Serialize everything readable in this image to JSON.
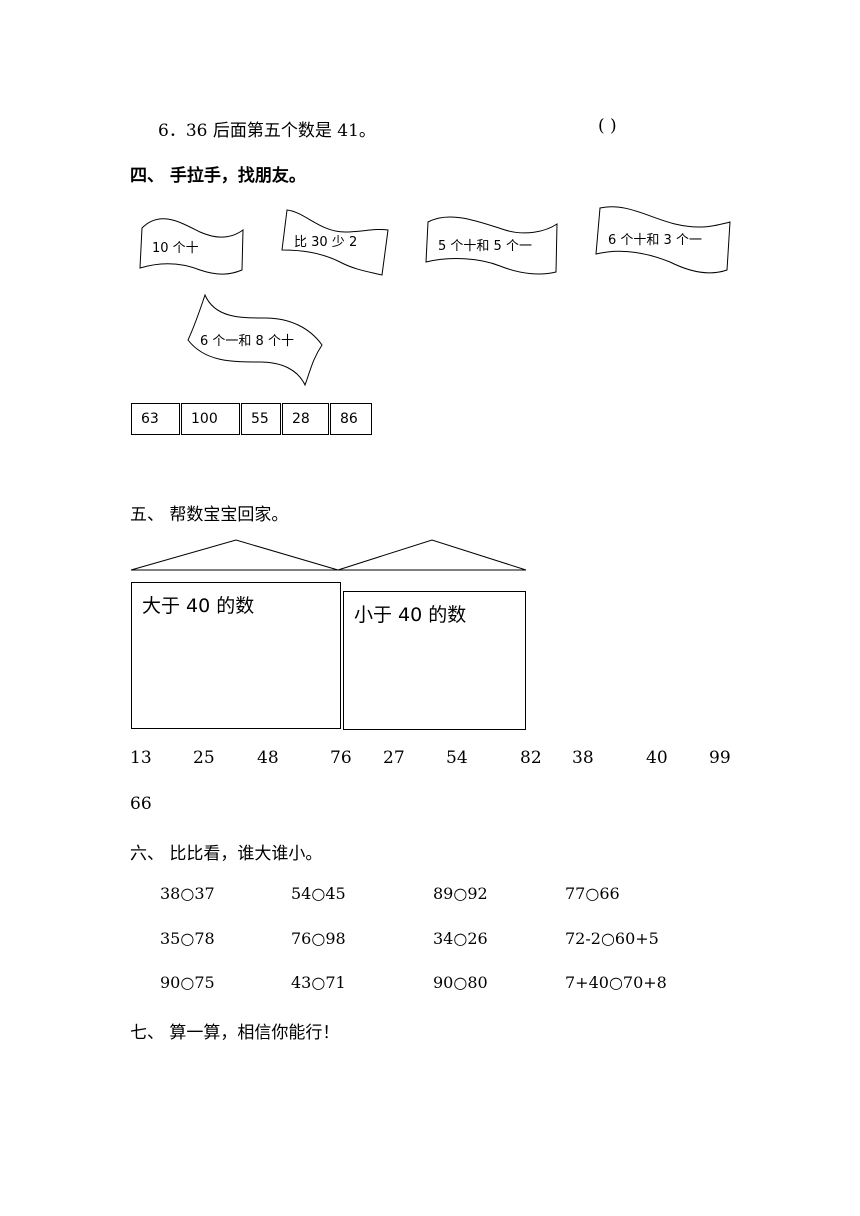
{
  "q6": {
    "text": "6．36 后面第五个数是 41。",
    "paren": "(       )"
  },
  "section4": {
    "title": "四、  手拉手，找朋友。",
    "flags": [
      "10 个十",
      "比 30 少 2",
      "5 个十和 5 个一",
      "6 个十和 3 个一",
      "6 个一和 8 个十"
    ],
    "boxes": [
      "63",
      "100",
      "55",
      "28",
      "86"
    ]
  },
  "section5": {
    "title": "五、  帮数宝宝回家。",
    "house_left_label": "大于 40 的数",
    "house_right_label": "小于 40 的数",
    "numbers": [
      "13",
      "25",
      "48",
      "76",
      "27",
      "54",
      "82",
      "38",
      "40",
      "99",
      "66"
    ]
  },
  "section6": {
    "title": "六、  比比看，谁大谁小。",
    "rows": [
      [
        "38○37",
        "54○45",
        "89○92",
        "77○66"
      ],
      [
        "35○78",
        "76○98",
        "34○26",
        "72-2○60+5"
      ],
      [
        "90○75",
        "43○71",
        "90○80",
        "7+40○70+8"
      ]
    ]
  },
  "section7": {
    "title": "七、  算一算，相信你能行！"
  }
}
